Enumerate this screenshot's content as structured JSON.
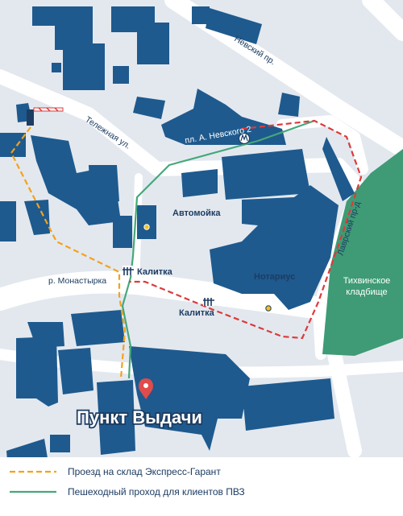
{
  "colors": {
    "background": "#ffffff",
    "block": "#e3e8ef",
    "road": "#ffffff",
    "building": "#1e5a8e",
    "park": "#3e9b75",
    "route_vehicle": "#f3a21b",
    "route_pedestrian": "#45a87a",
    "route_client": "#dc3b3b",
    "pin": "#e04b4b",
    "text": "#1d3c62"
  },
  "streets": {
    "nevsky": "Невский пр.",
    "telezhnaya": "Тележная ул.",
    "monastyrka": "р. Монастырка",
    "lavrsky": "Лаврский пр-д",
    "square": "пл. А. Невского 2"
  },
  "metro_icon": "metro-icon",
  "places": {
    "carwash": "Автомойка",
    "gate_1": "Калитка",
    "gate_2": "Калитка",
    "notary": "Нотариус",
    "cemetery_line1": "Тихвинское",
    "cemetery_line2": "кладбище",
    "pickup": "Пункт Выдачи"
  },
  "legend": [
    {
      "label": "Проезд на склад Экспресс-Гарант",
      "color": "#f3a21b"
    },
    {
      "label": "Пешеходный проход для клиентов ПВЗ",
      "color": "#45a87a"
    }
  ]
}
